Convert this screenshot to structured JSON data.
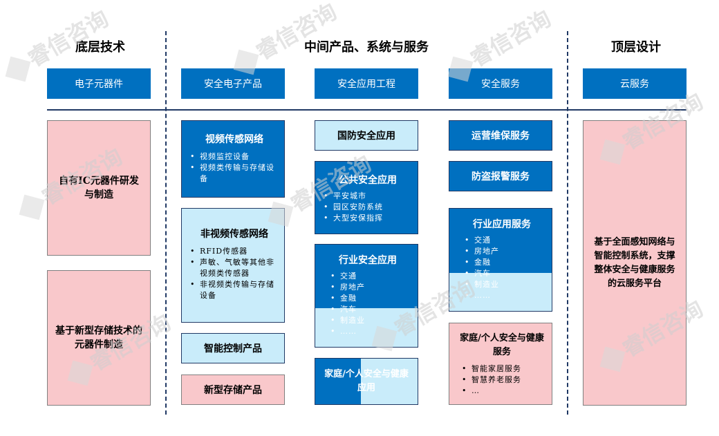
{
  "columns": {
    "bottom": "底层技术",
    "middle": "中间产品、系统与服务",
    "top": "顶层设计"
  },
  "headers": [
    "电子元器件",
    "安全电子产品",
    "安全应用工程",
    "安全服务",
    "云服务"
  ],
  "bottom_boxes": [
    "自有IC元器件研发与制造",
    "基于新型存储技术的元器件制造"
  ],
  "products": {
    "video": {
      "title": "视频传感网络",
      "items": [
        "视频监控设备",
        "视频类传输与存储设备"
      ]
    },
    "nonvideo": {
      "title": "非视频传感网络",
      "items": [
        "RFID传感器",
        "声敏、气敏等其他非视频类传感器",
        "非视频类传输与存储设备"
      ]
    },
    "control": "智能控制产品",
    "storage": "新型存储产品"
  },
  "engineering": {
    "defense": "国防安全应用",
    "public": {
      "title": "公共安全应用",
      "items": [
        "平安城市",
        "园区安防系统",
        "大型安保指挥"
      ]
    },
    "industry": {
      "title": "行业安全应用",
      "items": [
        "交通",
        "房地产",
        "金融",
        "汽车",
        "制造业",
        "……"
      ]
    },
    "family": "家庭/个人安全与健康应用"
  },
  "services": {
    "ops": "运营维保服务",
    "alarm": "防盗报警服务",
    "industry": {
      "title": "行业应用服务",
      "items": [
        "交通",
        "房地产",
        "金融",
        "汽车",
        "制造业",
        "……"
      ]
    },
    "family": {
      "title": "家庭/个人安全与健康服务",
      "items": [
        "智能家居服务",
        "智慧养老服务",
        "…"
      ]
    }
  },
  "cloud": "基于全面感知网络与智能控制系统，支撑整体安全与健康服务的云服务平台",
  "watermark": "睿信咨询",
  "colors": {
    "blue": "#0070c0",
    "light": "#c9ecfa",
    "pink": "#f9c8cb",
    "line": "#1f3864"
  }
}
